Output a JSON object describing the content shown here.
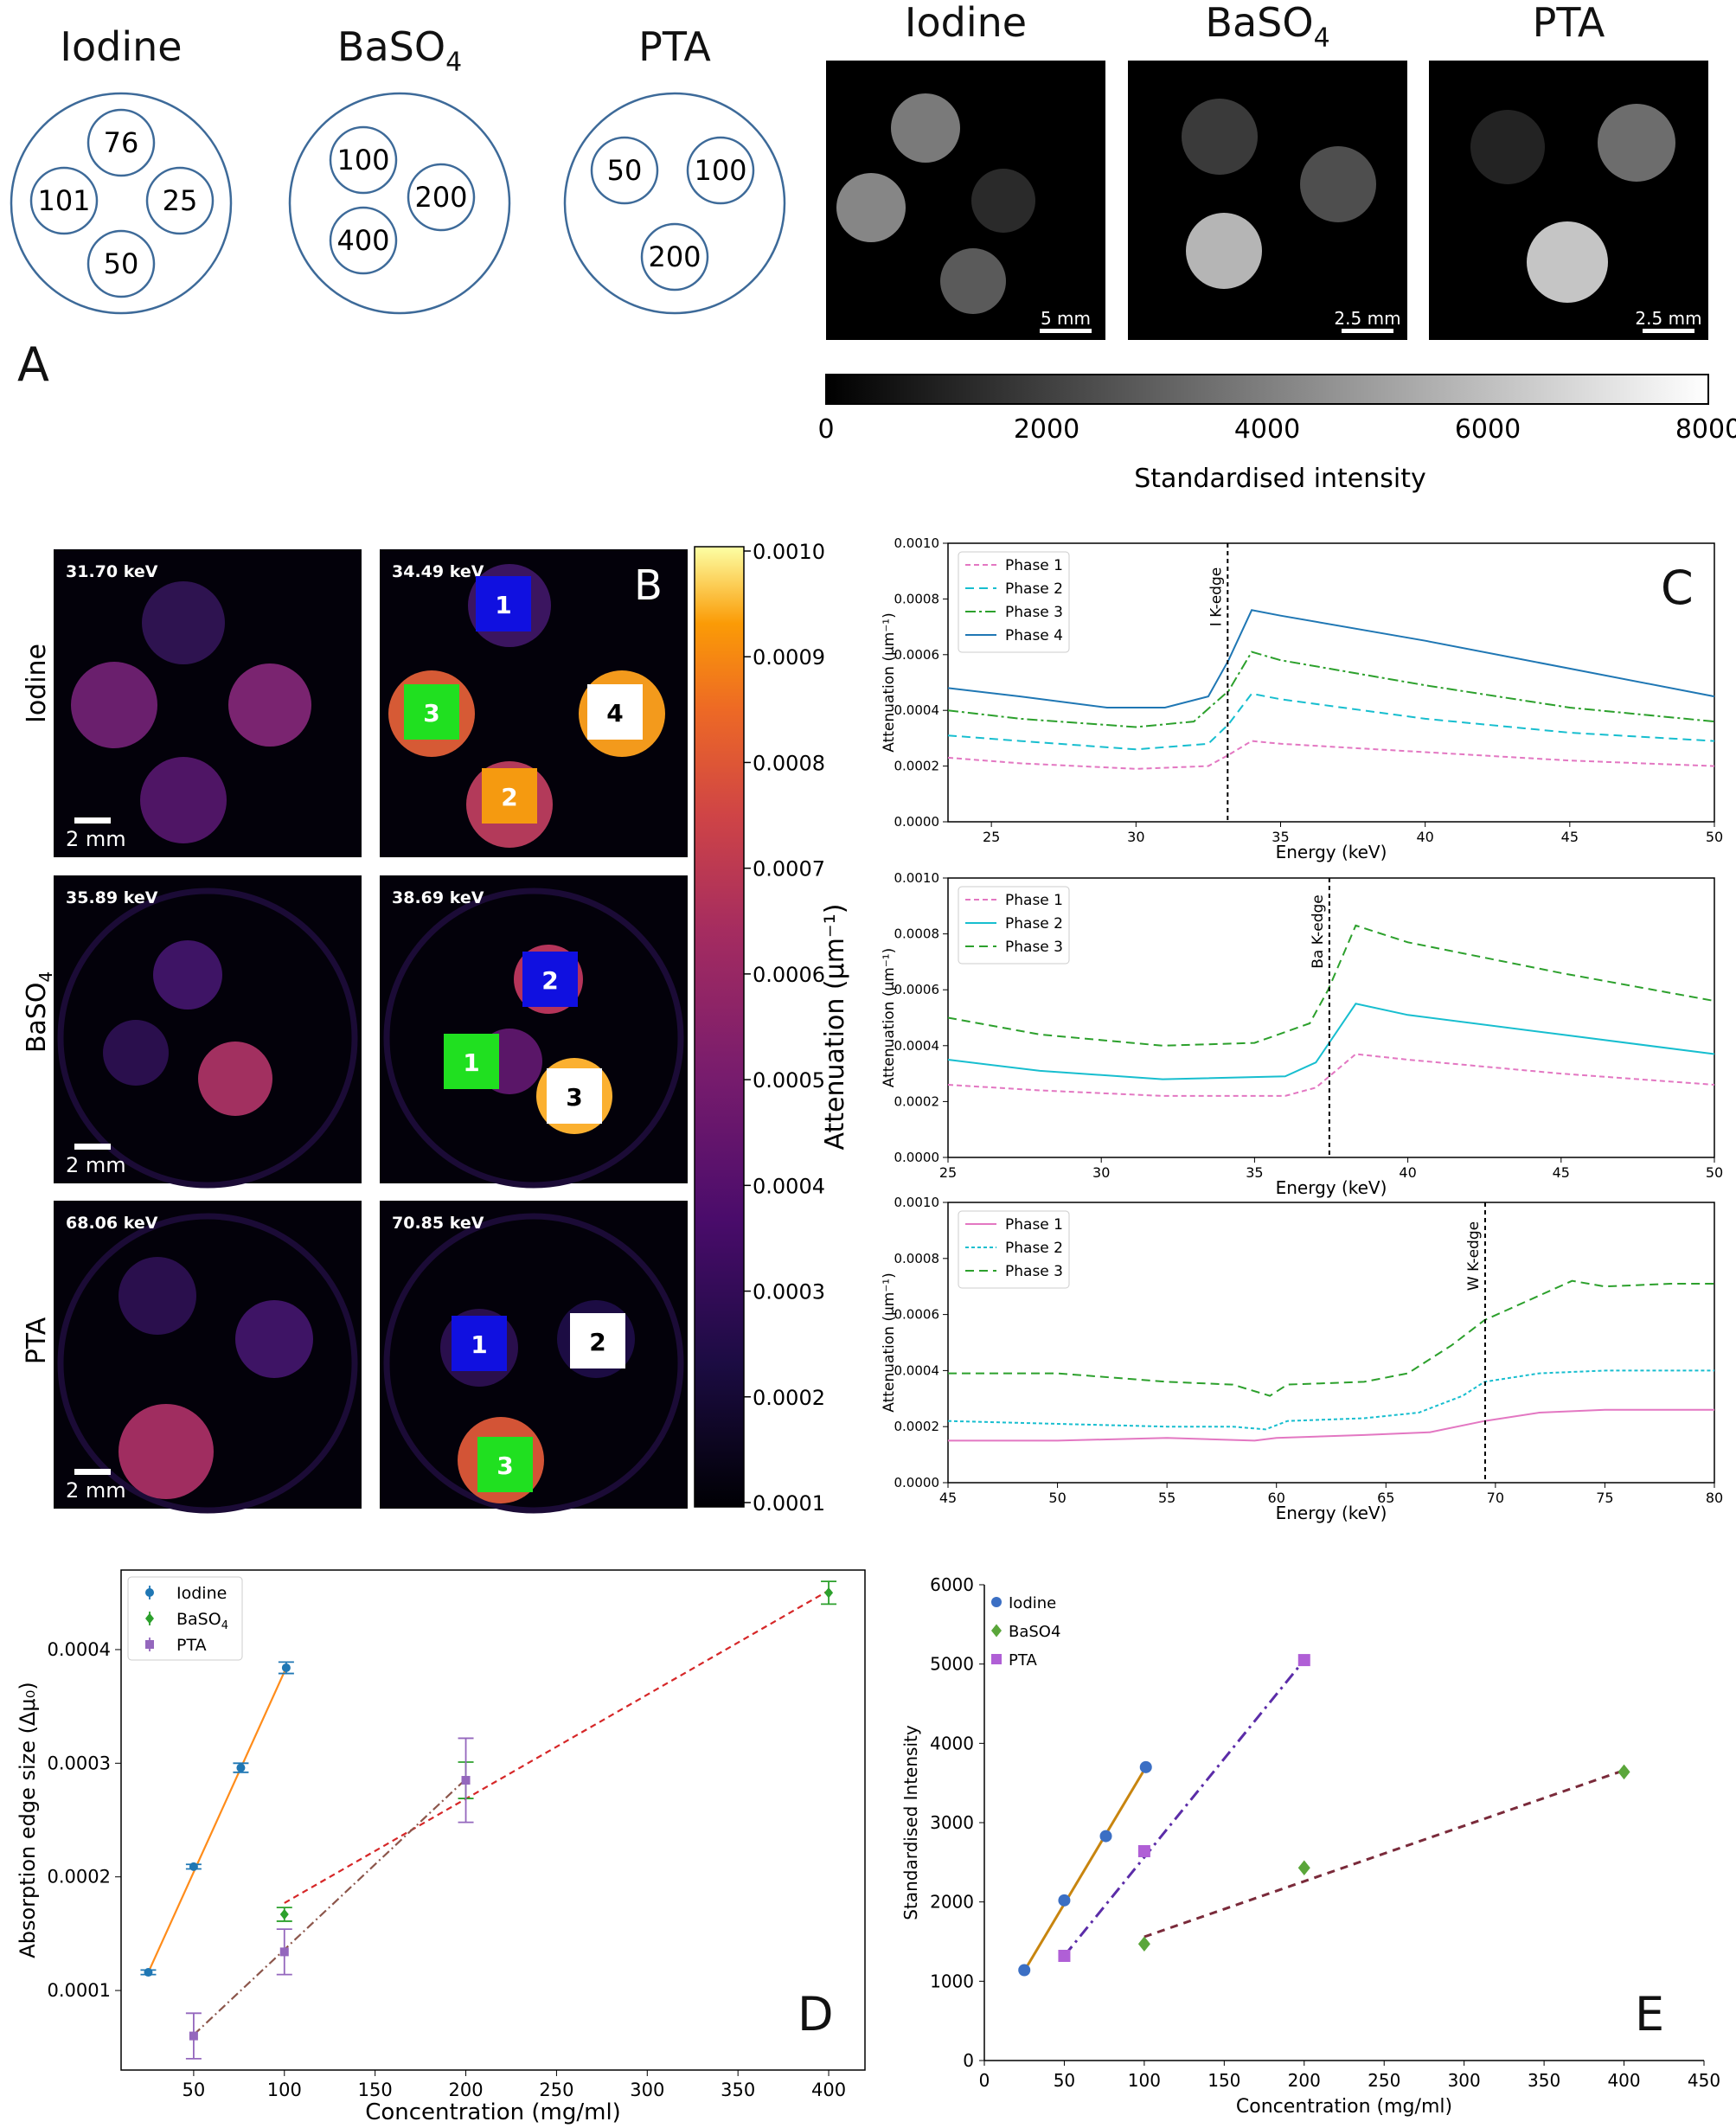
{
  "panel_letters": {
    "A": "A",
    "B": "B",
    "C": "C",
    "D": "D",
    "E": "E"
  },
  "panelA": {
    "phantoms": [
      {
        "title": "Iodine",
        "sub": "",
        "labels": [
          "76",
          "101",
          "25",
          "50"
        ]
      },
      {
        "title": "BaSO",
        "sub": "4",
        "labels": [
          "100",
          "200",
          "400"
        ]
      },
      {
        "title": "PTA",
        "sub": "",
        "labels": [
          "50",
          "100",
          "200"
        ]
      }
    ],
    "ct": [
      {
        "title": "Iodine",
        "sub": "",
        "scale": "5 mm"
      },
      {
        "title": "BaSO",
        "sub": "4",
        "scale": "2.5 mm"
      },
      {
        "title": "PTA",
        "sub": "",
        "scale": "2.5 mm"
      }
    ],
    "colorbar_ticks": [
      "0",
      "2000",
      "4000",
      "6000",
      "8000"
    ],
    "colorbar_label": "Standardised intensity"
  },
  "panelB": {
    "row_labels": [
      {
        "t": "Iodine",
        "s": ""
      },
      {
        "t": "BaSO",
        "s": "4"
      },
      {
        "t": "PTA",
        "s": ""
      }
    ],
    "energies": [
      "31.70 keV",
      "34.49 keV",
      "35.89 keV",
      "38.69 keV",
      "68.06 keV",
      "70.85 keV"
    ],
    "scalebar": "2 mm",
    "colorbar_ticks": [
      "0.0010",
      "0.0009",
      "0.0008",
      "0.0007",
      "0.0006",
      "0.0005",
      "0.0004",
      "0.0003",
      "0.0002",
      "0.0001"
    ],
    "colorbar_label": "Attenuation (μm⁻¹)",
    "markers": [
      {
        "n": "1",
        "c": "#1010e0",
        "tc": "#ffffff"
      },
      {
        "n": "2",
        "c": "#f59a10",
        "tc": "#ffffff"
      },
      {
        "n": "3",
        "c": "#20e020",
        "tc": "#ffffff"
      },
      {
        "n": "4",
        "c": "#ffffff",
        "tc": "#000000"
      },
      {
        "n": "2",
        "c": "#1010e0",
        "tc": "#ffffff"
      },
      {
        "n": "1",
        "c": "#20e020",
        "tc": "#ffffff"
      },
      {
        "n": "3",
        "c": "#ffffff",
        "tc": "#000000"
      },
      {
        "n": "1",
        "c": "#1010e0",
        "tc": "#ffffff"
      },
      {
        "n": "2",
        "c": "#ffffff",
        "tc": "#000000"
      },
      {
        "n": "3",
        "c": "#20e020",
        "tc": "#ffffff"
      }
    ]
  },
  "chart_data": [
    {
      "id": "C1",
      "type": "line",
      "xlabel": "Energy (keV)",
      "ylabel": "Attenuation (μm⁻¹)",
      "xlim": [
        23.5,
        50
      ],
      "ylim": [
        0,
        0.001
      ],
      "xticks": [
        25,
        30,
        35,
        40,
        45,
        50
      ],
      "yticks": [
        "0.0000",
        "0.0002",
        "0.0004",
        "0.0006",
        "0.0008",
        "0.0010"
      ],
      "edge": {
        "x": 33.17,
        "label": "I K-edge"
      },
      "series": [
        {
          "name": "Phase 1",
          "color": "#e377c2",
          "dash": "6,4",
          "points": [
            [
              23.5,
              0.00023
            ],
            [
              26,
              0.00021
            ],
            [
              30,
              0.00019
            ],
            [
              32.5,
              0.0002
            ],
            [
              33.2,
              0.00024
            ],
            [
              34,
              0.00029
            ],
            [
              35,
              0.00028
            ],
            [
              40,
              0.00025
            ],
            [
              45,
              0.00022
            ],
            [
              50,
              0.0002
            ]
          ]
        },
        {
          "name": "Phase 2",
          "color": "#17becf",
          "dash": "10,6",
          "points": [
            [
              23.5,
              0.00031
            ],
            [
              26,
              0.00029
            ],
            [
              30,
              0.00026
            ],
            [
              32.5,
              0.00028
            ],
            [
              33.2,
              0.00035
            ],
            [
              34,
              0.00046
            ],
            [
              35,
              0.00044
            ],
            [
              40,
              0.00037
            ],
            [
              45,
              0.00032
            ],
            [
              50,
              0.00029
            ]
          ]
        },
        {
          "name": "Phase 3",
          "color": "#2ca02c",
          "dash": "12,4,3,4",
          "points": [
            [
              23.5,
              0.0004
            ],
            [
              26,
              0.00037
            ],
            [
              30,
              0.00034
            ],
            [
              32,
              0.00036
            ],
            [
              33.2,
              0.00047
            ],
            [
              34,
              0.00061
            ],
            [
              35,
              0.00058
            ],
            [
              40,
              0.00049
            ],
            [
              45,
              0.00041
            ],
            [
              50,
              0.00036
            ]
          ]
        },
        {
          "name": "Phase 4",
          "color": "#1f77b4",
          "dash": "",
          "points": [
            [
              23.5,
              0.00048
            ],
            [
              26,
              0.00045
            ],
            [
              29,
              0.00041
            ],
            [
              31,
              0.00041
            ],
            [
              32.5,
              0.00045
            ],
            [
              33.2,
              0.00058
            ],
            [
              34,
              0.00076
            ],
            [
              35,
              0.00074
            ],
            [
              40,
              0.00065
            ],
            [
              45,
              0.00055
            ],
            [
              50,
              0.00045
            ]
          ]
        }
      ]
    },
    {
      "id": "C2",
      "type": "line",
      "xlabel": "Energy (keV)",
      "ylabel": "Attenuation (μm⁻¹)",
      "xlim": [
        25,
        50
      ],
      "ylim": [
        0,
        0.001
      ],
      "xticks": [
        25,
        30,
        35,
        40,
        45,
        50
      ],
      "yticks": [
        "0.0000",
        "0.0002",
        "0.0004",
        "0.0006",
        "0.0008",
        "0.0010"
      ],
      "edge": {
        "x": 37.44,
        "label": "Ba K-edge"
      },
      "series": [
        {
          "name": "Phase 1",
          "color": "#e377c2",
          "dash": "6,4",
          "points": [
            [
              25,
              0.00026
            ],
            [
              28,
              0.00024
            ],
            [
              32,
              0.00022
            ],
            [
              36,
              0.00022
            ],
            [
              37,
              0.00025
            ],
            [
              38.3,
              0.00037
            ],
            [
              40,
              0.00035
            ],
            [
              45,
              0.0003
            ],
            [
              50,
              0.00026
            ]
          ]
        },
        {
          "name": "Phase 2",
          "color": "#17becf",
          "dash": "",
          "points": [
            [
              25,
              0.00035
            ],
            [
              28,
              0.00031
            ],
            [
              32,
              0.00028
            ],
            [
              36,
              0.00029
            ],
            [
              37,
              0.00034
            ],
            [
              38.3,
              0.00055
            ],
            [
              40,
              0.00051
            ],
            [
              45,
              0.00044
            ],
            [
              50,
              0.00037
            ]
          ]
        },
        {
          "name": "Phase 3",
          "color": "#2ca02c",
          "dash": "10,6",
          "points": [
            [
              25,
              0.0005
            ],
            [
              28,
              0.00044
            ],
            [
              32,
              0.0004
            ],
            [
              35,
              0.00041
            ],
            [
              36.8,
              0.00048
            ],
            [
              37.4,
              0.0006
            ],
            [
              38.3,
              0.00083
            ],
            [
              40,
              0.00077
            ],
            [
              45,
              0.00066
            ],
            [
              50,
              0.00056
            ]
          ]
        }
      ]
    },
    {
      "id": "C3",
      "type": "line",
      "xlabel": "Energy (keV)",
      "ylabel": "Attenuation (μm⁻¹)",
      "xlim": [
        45,
        80
      ],
      "ylim": [
        0,
        0.001
      ],
      "xticks": [
        45,
        50,
        55,
        60,
        65,
        70,
        75,
        80
      ],
      "yticks": [
        "0.0000",
        "0.0002",
        "0.0004",
        "0.0006",
        "0.0008",
        "0.0010"
      ],
      "edge": {
        "x": 69.53,
        "label": "W K-edge"
      },
      "series": [
        {
          "name": "Phase 1",
          "color": "#e377c2",
          "dash": "",
          "points": [
            [
              45,
              0.00015
            ],
            [
              50,
              0.00015
            ],
            [
              55,
              0.00016
            ],
            [
              59,
              0.00015
            ],
            [
              60,
              0.00016
            ],
            [
              64,
              0.00017
            ],
            [
              67,
              0.00018
            ],
            [
              69.5,
              0.00022
            ],
            [
              72,
              0.00025
            ],
            [
              75,
              0.00026
            ],
            [
              80,
              0.00026
            ]
          ]
        },
        {
          "name": "Phase 2",
          "color": "#17becf",
          "dash": "4,3",
          "points": [
            [
              45,
              0.00022
            ],
            [
              50,
              0.00021
            ],
            [
              55,
              0.0002
            ],
            [
              58,
              0.0002
            ],
            [
              59.5,
              0.00019
            ],
            [
              60.5,
              0.00022
            ],
            [
              64,
              0.00023
            ],
            [
              66.5,
              0.00025
            ],
            [
              68.5,
              0.00031
            ],
            [
              69.5,
              0.00036
            ],
            [
              72,
              0.00039
            ],
            [
              75,
              0.0004
            ],
            [
              80,
              0.0004
            ]
          ]
        },
        {
          "name": "Phase 3",
          "color": "#2ca02c",
          "dash": "10,6",
          "points": [
            [
              45,
              0.00039
            ],
            [
              50,
              0.00039
            ],
            [
              55,
              0.00036
            ],
            [
              58,
              0.00035
            ],
            [
              59.7,
              0.00031
            ],
            [
              60.5,
              0.00035
            ],
            [
              64,
              0.00036
            ],
            [
              66,
              0.00039
            ],
            [
              68,
              0.00049
            ],
            [
              69.5,
              0.00058
            ],
            [
              71.5,
              0.00065
            ],
            [
              73.5,
              0.00072
            ],
            [
              75,
              0.0007
            ],
            [
              78,
              0.00071
            ],
            [
              80,
              0.00071
            ]
          ]
        }
      ]
    },
    {
      "id": "D",
      "type": "scatter",
      "xlabel": "Concentration (mg/ml)",
      "ylabel": "Absorption edge size (Δμ₀)",
      "xlim": [
        10,
        420
      ],
      "ylim": [
        3e-05,
        0.00047
      ],
      "xticks": [
        50,
        100,
        150,
        200,
        250,
        300,
        350,
        400
      ],
      "yticks": [
        {
          "v": 0.0001,
          "l": "0.0001"
        },
        {
          "v": 0.0002,
          "l": "0.0002"
        },
        {
          "v": 0.0003,
          "l": "0.0003"
        },
        {
          "v": 0.0004,
          "l": "0.0004"
        }
      ],
      "series": [
        {
          "name": "Iodine",
          "sub": "",
          "color": "#1f77b4",
          "marker": "circle",
          "fit_color": "#ff8c1a",
          "fit_dash": "",
          "x": [
            25,
            50,
            76,
            101
          ],
          "y": [
            0.000116,
            0.000209,
            0.000296,
            0.000384
          ],
          "err": [
            2e-06,
            2e-06,
            4e-06,
            5e-06
          ],
          "fit": [
            [
              25,
              0.000116
            ],
            [
              101,
              0.000384
            ]
          ]
        },
        {
          "name": "BaSO",
          "sub": "4",
          "color": "#2ca02c",
          "marker": "diamond",
          "fit_color": "#d62728",
          "fit_dash": "7,5",
          "x": [
            100,
            200,
            400
          ],
          "y": [
            0.000167,
            0.000285,
            0.00045
          ],
          "err": [
            6e-06,
            1.6e-05,
            1e-05
          ],
          "fit": [
            [
              100,
              0.000177
            ],
            [
              400,
              0.000452
            ]
          ]
        },
        {
          "name": "PTA",
          "sub": "",
          "color": "#9467bd",
          "marker": "square",
          "fit_color": "#8c564b",
          "fit_dash": "10,4,2,4",
          "x": [
            50,
            100,
            200
          ],
          "y": [
            6e-05,
            0.000134,
            0.000285
          ],
          "err": [
            2e-05,
            2e-05,
            3.7e-05
          ],
          "fit": [
            [
              50,
              6.1e-05
            ],
            [
              200,
              0.000286
            ]
          ]
        }
      ]
    },
    {
      "id": "E",
      "type": "scatter",
      "xlabel": "Concentration (mg/ml)",
      "ylabel": "Standardised Intensity",
      "xlim": [
        0,
        450
      ],
      "ylim": [
        0,
        6000
      ],
      "xticks": [
        0,
        50,
        100,
        150,
        200,
        250,
        300,
        350,
        400,
        450
      ],
      "yticks": [
        0,
        1000,
        2000,
        3000,
        4000,
        5000,
        6000
      ],
      "series": [
        {
          "name": "Iodine",
          "color": "#3b6fc4",
          "marker": "circle",
          "fit_color": "#c8850f",
          "fit_dash": "",
          "x": [
            25,
            50,
            76,
            101
          ],
          "y": [
            1140,
            2020,
            2830,
            3700
          ],
          "fit": [
            [
              25,
              1130
            ],
            [
              101,
              3700
            ]
          ]
        },
        {
          "name": "BaSO4",
          "color": "#5aa63a",
          "marker": "diamond",
          "fit_color": "#7a2a3a",
          "fit_dash": "9,7",
          "x": [
            100,
            200,
            400
          ],
          "y": [
            1470,
            2430,
            3640
          ],
          "fit": [
            [
              100,
              1560
            ],
            [
              400,
              3660
            ]
          ]
        },
        {
          "name": "PTA",
          "color": "#b05fd6",
          "marker": "square",
          "fit_color": "#5b2ca8",
          "fit_dash": "14,6,3,6",
          "x": [
            50,
            100,
            200
          ],
          "y": [
            1320,
            2640,
            5050
          ],
          "fit": [
            [
              50,
              1320
            ],
            [
              200,
              5050
            ]
          ]
        }
      ]
    }
  ]
}
